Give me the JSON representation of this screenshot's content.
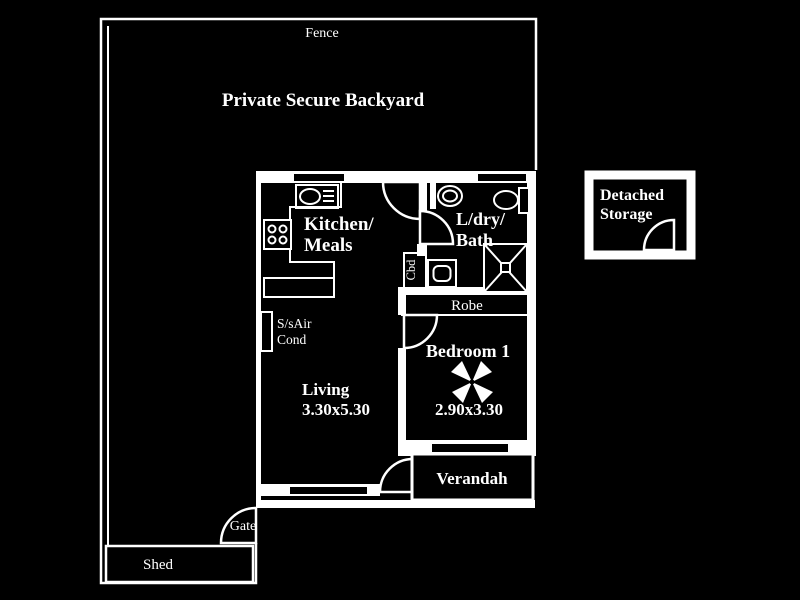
{
  "colors": {
    "background": "#000000",
    "line": "#ffffff"
  },
  "site": {
    "fence_label": "Fence",
    "backyard_label": "Private Secure Backyard",
    "gate_label": "Gate",
    "shed_label": "Shed"
  },
  "storage": {
    "line1": "Detached",
    "line2": "Storage"
  },
  "dwelling": {
    "kitchen": {
      "line1": "Kitchen/",
      "line2": "Meals"
    },
    "laundry_bath": {
      "line1": "L/dry/",
      "line2": "Bath"
    },
    "living": {
      "name": "Living",
      "dims": "3.30x5.30"
    },
    "bedroom": {
      "name": "Bedroom 1",
      "dims": "2.90x3.30"
    },
    "verandah_label": "Verandah",
    "robe_label": "Robe",
    "cupboard_label": "Cbd",
    "aircon": {
      "line1": "S/sAir",
      "line2": "Cond"
    }
  },
  "icons": [
    "sink-icon",
    "cooktop-icon",
    "basin-icon",
    "toilet-icon",
    "shower-icon",
    "trough-icon",
    "ceiling-fan-icon",
    "door-arc",
    "window"
  ]
}
